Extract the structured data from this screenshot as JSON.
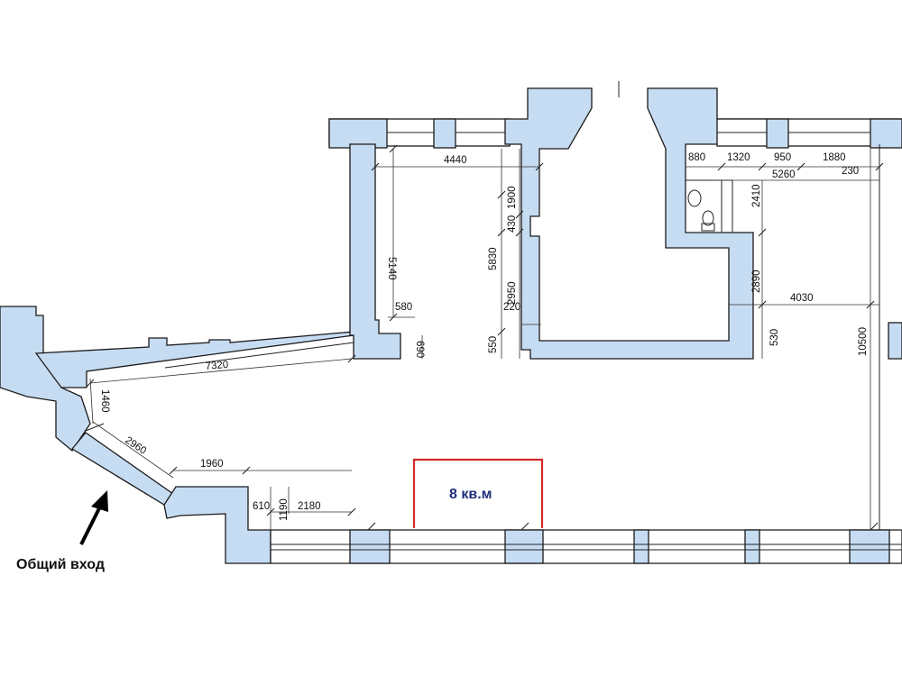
{
  "room_label": "8 кв.м",
  "entrance_label": "Общий вход",
  "dimensions": {
    "d4440": "4440",
    "d1900": "1900",
    "d430": "430",
    "d5830": "5830",
    "d2950": "2950",
    "d5140": "5140",
    "d580": "580",
    "d220": "220",
    "d550": "550",
    "d690": "690",
    "d7320": "7320",
    "d1460": "1460",
    "d2960": "2960",
    "d1960": "1960",
    "d610": "610",
    "d1190": "1190",
    "d2180": "2180",
    "d880": "880",
    "d1320": "1320",
    "d950": "950",
    "d1880": "1880",
    "d5260": "5260",
    "d230": "230",
    "d2410": "2410",
    "d2890": "2890",
    "d4030": "4030",
    "d530": "530",
    "d10500": "10500"
  },
  "colors": {
    "wall": "#c6dcf2",
    "area_outline": "#d02a2a",
    "area_text": "#1f2f7a"
  }
}
